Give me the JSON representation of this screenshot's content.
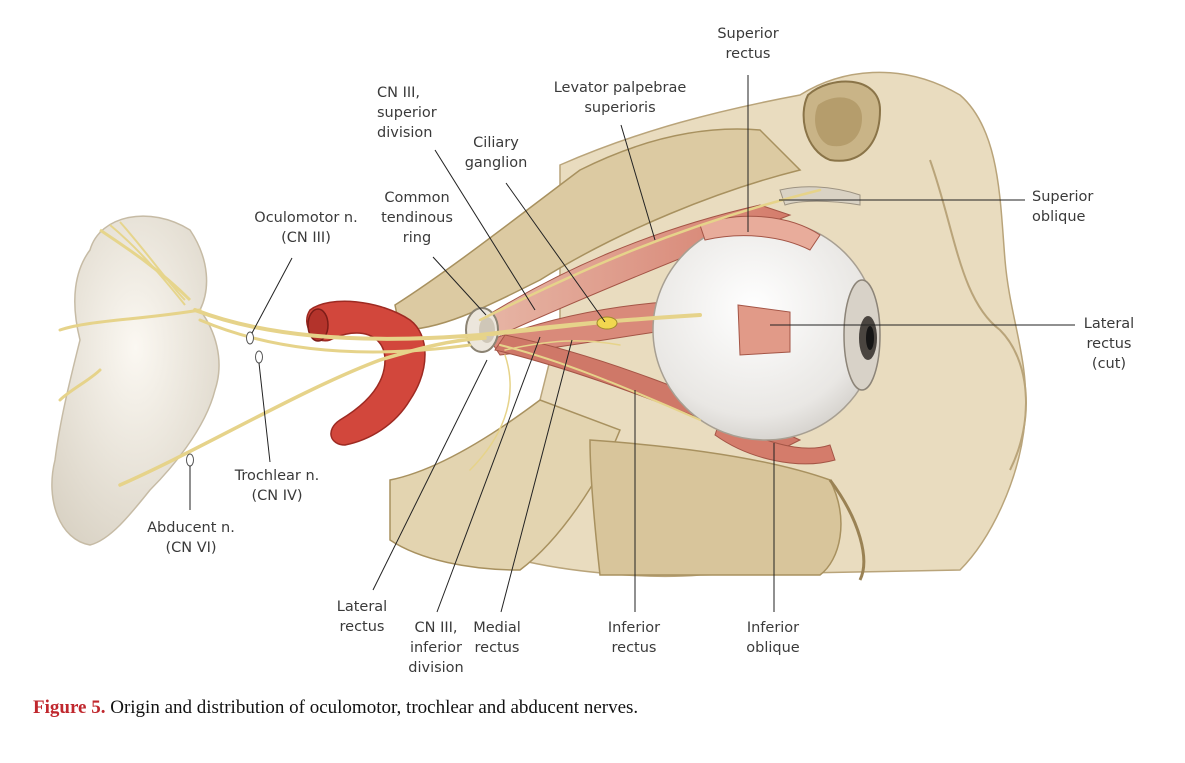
{
  "labels": {
    "superior_rectus": [
      "Superior",
      "rectus"
    ],
    "levator": [
      "Levator palpebrae",
      "superioris"
    ],
    "cn3_superior": [
      "CN III,",
      "superior",
      "division"
    ],
    "ciliary_ganglion": [
      "Ciliary",
      "ganglion"
    ],
    "common_tendinous_ring": [
      "Common",
      "tendinous",
      "ring"
    ],
    "oculomotor_n": [
      "Oculomotor n.",
      "(CN III)"
    ],
    "superior_oblique": [
      "Superior",
      "oblique"
    ],
    "lateral_rectus_cut": [
      "Lateral",
      "rectus",
      "(cut)"
    ],
    "trochlear_n": [
      "Trochlear n.",
      "(CN IV)"
    ],
    "abducent_n": [
      "Abducent n.",
      "(CN VI)"
    ],
    "lateral_rectus": [
      "Lateral",
      "rectus"
    ],
    "cn3_inferior": [
      "CN III,",
      "inferior",
      "division"
    ],
    "medial_rectus": [
      "Medial",
      "rectus"
    ],
    "inferior_rectus": [
      "Inferior",
      "rectus"
    ],
    "inferior_oblique": [
      "Inferior",
      "oblique"
    ]
  },
  "caption": {
    "figure_label": "Figure 5.",
    "text": " Origin and distribution of oculomotor, trochlear and abducent nerves."
  },
  "colors": {
    "bone": "#e9dcbf",
    "bone_shadow": "#cdb98f",
    "muscle": "#d98a7a",
    "artery": "#d2473c",
    "nerve": "#e8d48a",
    "eyeball": "#eeecea",
    "brainstem": "#f2ede3",
    "caption_accent": "#c0272d"
  }
}
